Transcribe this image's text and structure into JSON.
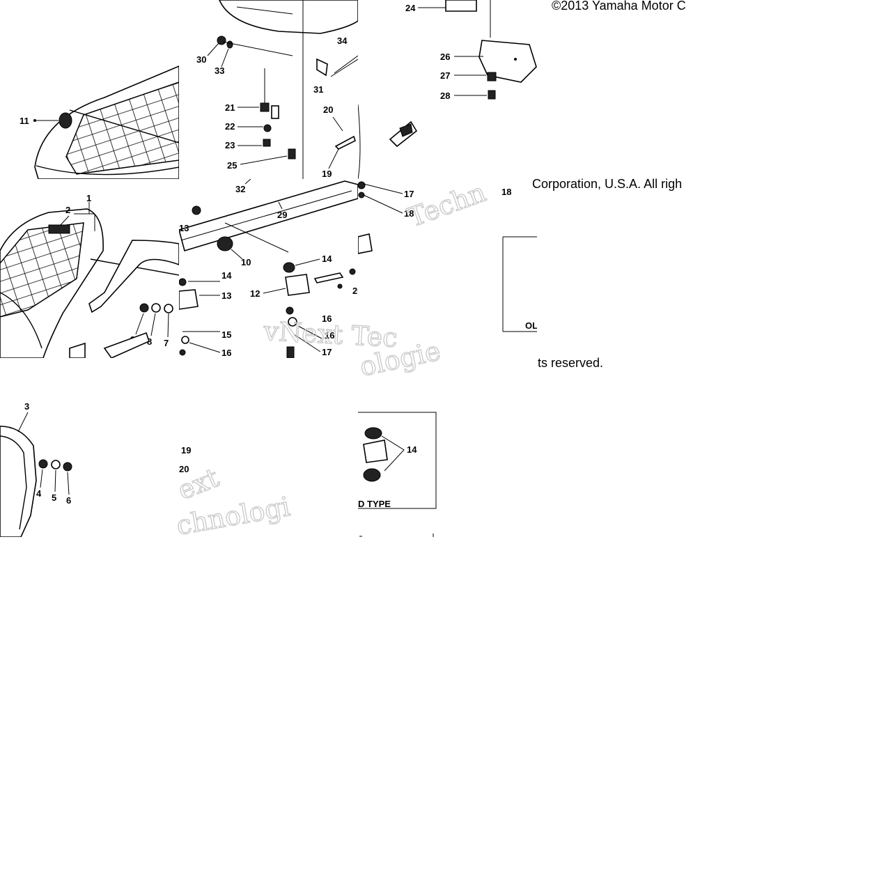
{
  "copyright": {
    "line1": "©2013 Yamaha Motor C",
    "line2": "Corporation, U.S.A. All righ",
    "line3": "ts reserved."
  },
  "inset": {
    "caption_top": "OL",
    "caption_bottom": "D TYPE"
  },
  "watermark": {
    "frag1": "Techn",
    "frag2": "vNext Tec",
    "frag3": "ologie",
    "frag4": "ext",
    "frag5": "chnologi"
  },
  "callouts": {
    "c1": "1",
    "c2": "2",
    "c3": "3",
    "c4": "4",
    "c5": "5",
    "c6": "6",
    "c7": "7",
    "c8": "8",
    "c9": "9",
    "c10": "10",
    "c11": "11",
    "c12": "12",
    "c13": "13",
    "c14": "14",
    "c15": "15",
    "c16": "16",
    "c17": "17",
    "c18": "18",
    "c19": "19",
    "c20": "20",
    "c21": "21",
    "c22": "22",
    "c23": "23",
    "c24": "24",
    "c25": "25",
    "c26": "26",
    "c27": "27",
    "c28": "28",
    "c29": "29",
    "c30": "30",
    "c31": "31",
    "c32": "32",
    "c33": "33",
    "c34": "34"
  }
}
